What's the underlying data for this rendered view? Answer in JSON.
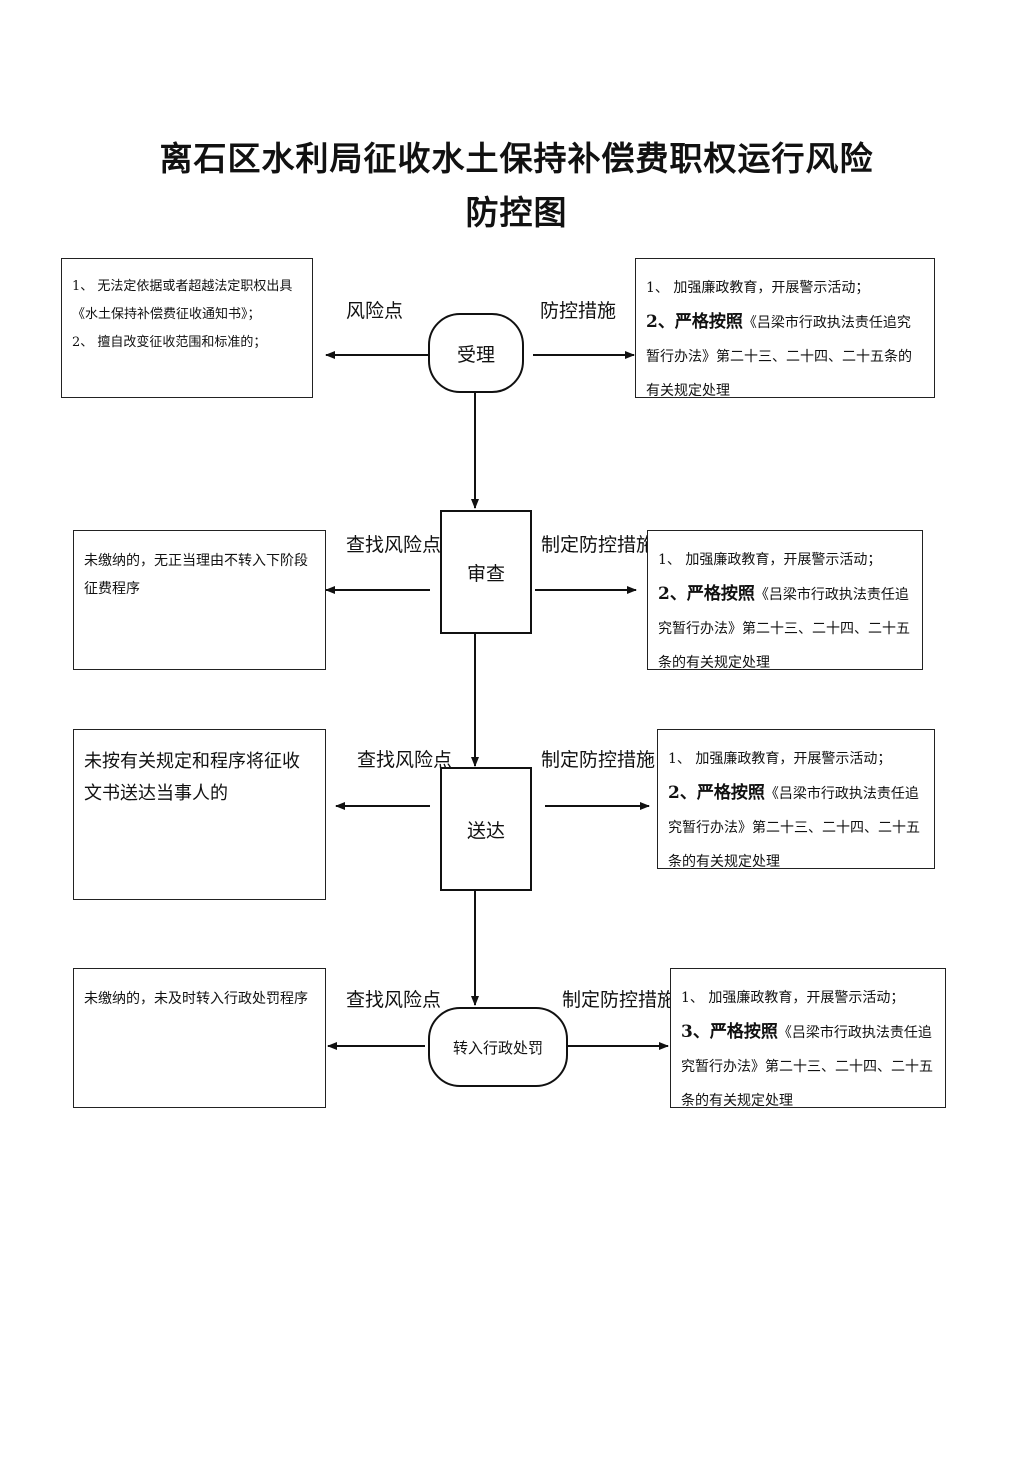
{
  "title": {
    "line1": "离石区水利局征收水土保持补偿费职权运行风险",
    "line2": "防控图"
  },
  "stages": [
    {
      "name": "受理",
      "left_label": "风险点",
      "right_label": "防控措施",
      "risks": [
        "1、 无法定依据或者超越法定职权出具《水土保持补偿费征收通知书》；",
        "2、 擅自改变征收范围和标准的；"
      ],
      "measures": [
        "1、 加强廉政教育，开展警示活动；",
        "2、",
        "严格按照",
        "《吕梁市行政执法责任追究暂行办法》第二十三、二十四、二十五条的有关规定处理"
      ]
    },
    {
      "name": "审查",
      "left_label": "查找风险点",
      "right_label": "制定防控措施",
      "risks": [
        "未缴纳的，无正当理由不转入下阶段征费程序"
      ],
      "measures": [
        "1、 加强廉政教育，开展警示活动；",
        "2、",
        "严格按照",
        "《吕梁市行政执法责任追究暂行办法》第二十三、二十四、二十五条的有关规定处理"
      ]
    },
    {
      "name": "送达",
      "left_label": "查找风险点",
      "right_label": "制定防控措施",
      "risks": [
        "未按有关规定和程序将征收文书送达当事人的"
      ],
      "measures": [
        "1、 加强廉政教育，开展警示活动；",
        "2、",
        "严格按照",
        "《吕梁市行政执法责任追究暂行办法》第二十三、二十四、二十五条的有关规定处理"
      ]
    },
    {
      "name": "转入行政处罚",
      "left_label": "查找风险点",
      "right_label": "制定防控措施",
      "risks": [
        "未缴纳的，未及时转入行政处罚程序"
      ],
      "measures": [
        "1、 加强廉政教育，开展警示活动；",
        "3、",
        "严格按照",
        "《吕梁市行政执法责任追究暂行办法》第二十三、二十四、二十五条的有关规定处理"
      ]
    }
  ]
}
